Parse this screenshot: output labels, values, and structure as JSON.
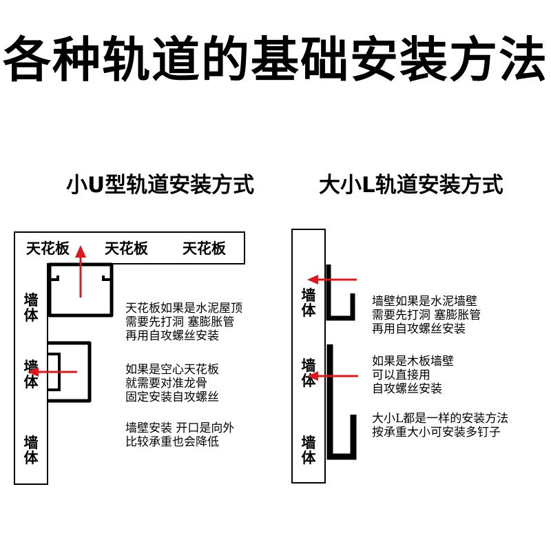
{
  "title": "各种轨道的基础安装方法",
  "left": {
    "subtitle": "小U型轨道安装方式",
    "ceiling_labels": [
      "天花板",
      "天花板",
      "天花板"
    ],
    "wall_labels": [
      "墙体",
      "墙体",
      "墙体"
    ],
    "notes": [
      [
        "天花板如果是水泥屋顶",
        "需要先打洞 塞膨胀管",
        "再用自攻螺丝安装"
      ],
      [
        "如果是空心天花板",
        "就需要对准龙骨",
        "固定安装自攻螺丝"
      ],
      [
        "墙壁安装 开口是向外",
        "比较承重也会降低"
      ]
    ]
  },
  "right": {
    "subtitle": "大小L轨道安装方式",
    "wall_labels": [
      "墙体",
      "墙体",
      "墙体"
    ],
    "notes": [
      [
        "墙壁如果是水泥墙壁",
        "需要先打洞 塞膨胀管",
        "再用自攻螺丝安装"
      ],
      [
        "如果是木板墙壁",
        "可以直接用",
        "自攻螺丝安装"
      ],
      [
        "大小L都是一样的安装方法",
        "按承重大小可安装多钉子"
      ]
    ]
  },
  "colors": {
    "arrow": "#e0161c",
    "rail": "#000000",
    "line": "#000000"
  }
}
